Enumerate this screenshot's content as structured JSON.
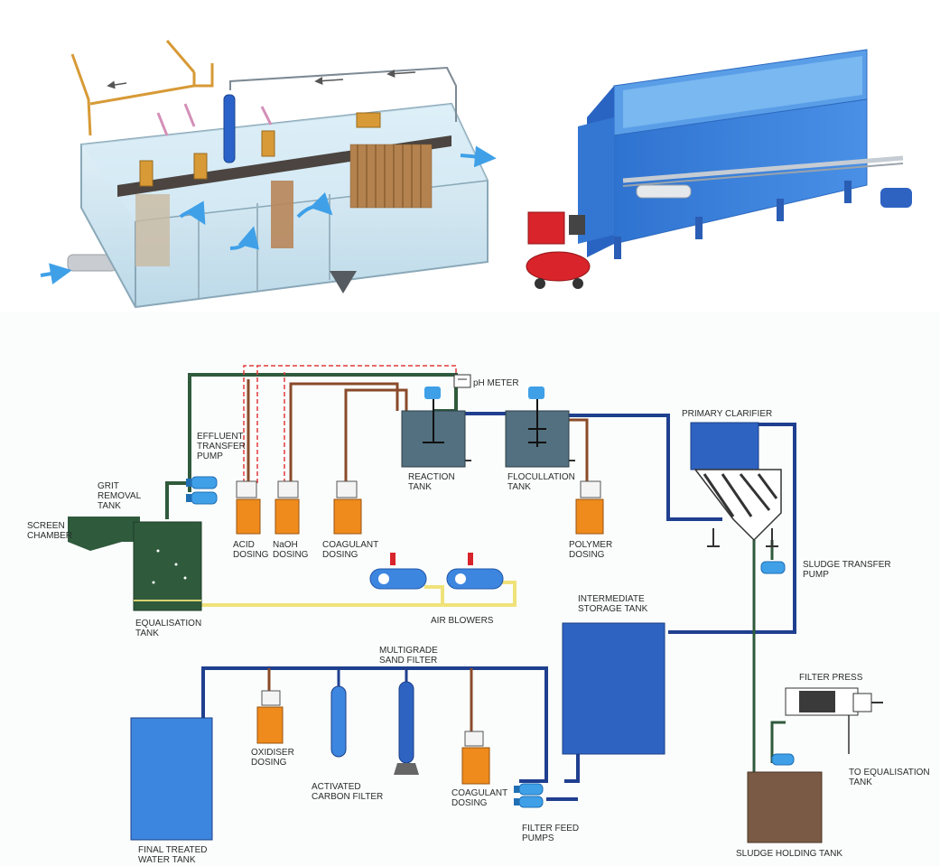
{
  "colors": {
    "dark_green": "#2f5a3c",
    "navy": "#1f3f8f",
    "brown": "#8a4a2a",
    "orange": "#ef8a1c",
    "dashed_red": "#e23b3b",
    "yellow_air": "#f0e27a",
    "tank_slate": "#52707f",
    "tank_blue": "#2e63c2",
    "light_blue_accent": "#3fa0e8",
    "sludge_brown": "#7a5a44",
    "module_blue": "#3d86e0",
    "compressor_red": "#d8242a"
  },
  "icons": {
    "dosing_unit": "dosing-tank-with-pump-icon",
    "pump": "pump-icon",
    "air_blower": "air-blower-icon",
    "flow_arrow": "flow-arrow-icon"
  },
  "labels": {
    "effluent_pump": [
      "EFFLUENT",
      "TRANSFER",
      "PUMP"
    ],
    "grit_tank": [
      "GRIT",
      "REMOVAL",
      "TANK"
    ],
    "screen_chamber": [
      "SCREEN",
      "CHAMBER"
    ],
    "acid": [
      "ACID",
      "DOSING"
    ],
    "naoh": [
      "NaOH",
      "DOSING"
    ],
    "coag1": [
      "COAGULANT",
      "DOSING"
    ],
    "ph": "pH METER",
    "reaction": [
      "REACTION",
      "TANK"
    ],
    "floc": [
      "FLOCULLATION",
      "TANK"
    ],
    "polymer": [
      "POLYMER",
      "DOSING"
    ],
    "clarifier": "PRIMARY CLARIFIER",
    "sludge_pump": [
      "SLUDGE TRANSFER",
      "PUMP"
    ],
    "equalisation": [
      "EQUALISATION",
      "TANK"
    ],
    "blowers": "AIR BLOWERS",
    "inter_storage": [
      "INTERMEDIATE",
      "STORAGE TANK"
    ],
    "multigrade": [
      "MULTIGRADE",
      "SAND FILTER"
    ],
    "filter_press": "FILTER PRESS",
    "to_eq": [
      "TO EQUALISATION",
      "TANK"
    ],
    "oxidiser": [
      "OXIDISER",
      "DOSING"
    ],
    "activated_carbon": [
      "ACTIVATED",
      "CARBON FILTER"
    ],
    "coag2": [
      "COAGULANT",
      "DOSING"
    ],
    "filter_feed": [
      "FILTER FEED",
      "PUMPS"
    ],
    "final_treated": [
      "FINAL TREATED",
      "WATER TANK"
    ],
    "sludge_holding": "SLUDGE HOLDING TANK"
  }
}
